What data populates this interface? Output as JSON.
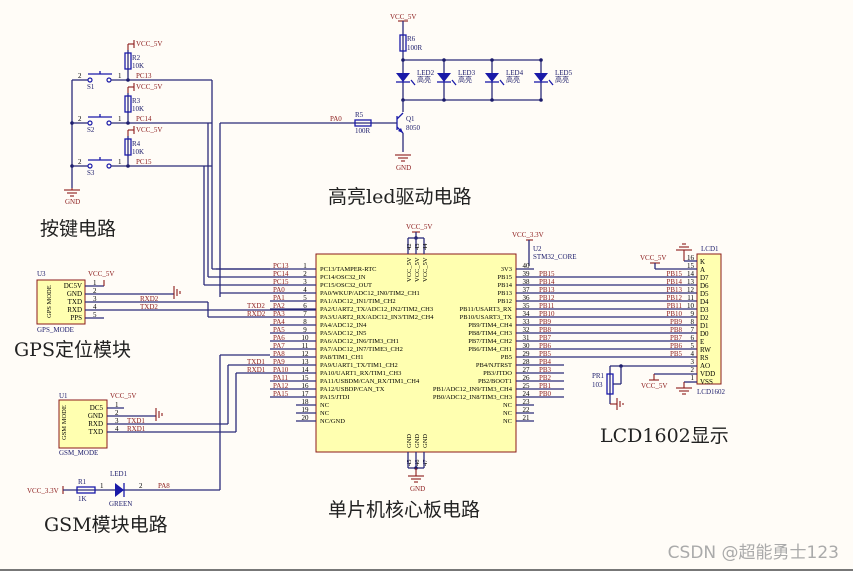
{
  "titles": {
    "button": "按键电路",
    "led": "高亮led驱动电路",
    "gps": "GPS定位模块",
    "gsm": "GSM模块电路",
    "mcu": "单片机核心板电路",
    "lcd": "LCD1602显示"
  },
  "watermark": "CSDN @超能勇士123",
  "power": {
    "vcc5": "VCC_5V",
    "vcc33": "VCC_3.3V",
    "gnd": "GND"
  },
  "buttons": [
    {
      "sw": "S1",
      "res": "R2",
      "val": "10K",
      "net": "PC13"
    },
    {
      "sw": "S2",
      "res": "R3",
      "val": "10K",
      "net": "PC14"
    },
    {
      "sw": "S3",
      "res": "R4",
      "val": "10K",
      "net": "PC15"
    }
  ],
  "led_driver": {
    "r6": "R6",
    "r6_val": "100R",
    "r5": "R5",
    "r5_val": "100R",
    "q1": "Q1",
    "q1_val": "8050",
    "net": "PA0",
    "leds": [
      {
        "ref": "LED2",
        "val": "高亮"
      },
      {
        "ref": "LED3",
        "val": "高亮"
      },
      {
        "ref": "LED4",
        "val": "高亮"
      },
      {
        "ref": "LED5",
        "val": "高亮"
      }
    ]
  },
  "gps": {
    "ref": "U3",
    "name": "GPS_MODE",
    "body": "GPS MODE",
    "pins": [
      "DC5V",
      "GND",
      "TXD",
      "RXD",
      "PPS"
    ],
    "nets": [
      "",
      "",
      "RXD2",
      "TXD2",
      ""
    ]
  },
  "gsm": {
    "ref": "U1",
    "name": "GSM_MODE",
    "body": "GSM MODE",
    "pins": [
      "DC5",
      "GND",
      "RXD",
      "TXD"
    ],
    "nets": [
      "",
      "",
      "TXD1",
      "RXD1"
    ],
    "led_ref": "LED1",
    "led_val": "GREEN",
    "r_ref": "R1",
    "r_val": "1K",
    "led_net": "PA8"
  },
  "mcu": {
    "ref": "U2",
    "name": "STM32_CORE",
    "left": [
      {
        "pin": "1",
        "net": "PC13",
        "label": "PC13/TAMPER-RTC"
      },
      {
        "pin": "2",
        "net": "PC14",
        "label": "PC14/OSC32_IN"
      },
      {
        "pin": "3",
        "net": "PC15",
        "label": "PC15/OSC32_OUT"
      },
      {
        "pin": "4",
        "net": "PA0",
        "label": "PA0/WKUP/ADC12_IN0/TIM2_CH1"
      },
      {
        "pin": "5",
        "net": "PA1",
        "label": "PA1/ADC12_IN1/TIM_CH2"
      },
      {
        "pin": "6",
        "net": "PA2",
        "label": "PA2/UART2_TX/ADC12_IN2/TIM2_CH3",
        "ext": "TXD2"
      },
      {
        "pin": "7",
        "net": "PA3",
        "label": "PA3/UART2_RX/ADC12_IN3/TIM2_CH4",
        "ext": "RXD2"
      },
      {
        "pin": "8",
        "net": "PA4",
        "label": "PA4/ADC12_IN4"
      },
      {
        "pin": "9",
        "net": "PA5",
        "label": "PA5/ADC12_IN5"
      },
      {
        "pin": "10",
        "net": "PA6",
        "label": "PA6/ADC12_IN6/TIM3_CH1"
      },
      {
        "pin": "11",
        "net": "PA7",
        "label": "PA7/ADC12_IN7/TIME3_CH2"
      },
      {
        "pin": "12",
        "net": "PA8",
        "label": "PA8/TIM1_CH1"
      },
      {
        "pin": "13",
        "net": "PA9",
        "label": "PA9/UART1_TX/TIM1_CH2",
        "ext": "TXD1"
      },
      {
        "pin": "14",
        "net": "PA10",
        "label": "PA10/UART1_RX/TIM1_CH3",
        "ext": "RXD1"
      },
      {
        "pin": "15",
        "net": "PA11",
        "label": "PA11/USBDM/CAN_RX/TIM1_CH4"
      },
      {
        "pin": "16",
        "net": "PA12",
        "label": "PA12/USBDP/CAN_TX"
      },
      {
        "pin": "17",
        "net": "PA15",
        "label": "PA15/JTDI"
      },
      {
        "pin": "18",
        "net": "",
        "label": "NC"
      },
      {
        "pin": "19",
        "net": "",
        "label": "NC"
      },
      {
        "pin": "20",
        "net": "",
        "label": "NC/GND"
      }
    ],
    "right": [
      {
        "pin": "40",
        "net": "",
        "label": "3V3"
      },
      {
        "pin": "39",
        "net": "PB15",
        "label": "PB15"
      },
      {
        "pin": "38",
        "net": "PB14",
        "label": "PB14"
      },
      {
        "pin": "37",
        "net": "PB13",
        "label": "PB13"
      },
      {
        "pin": "36",
        "net": "PB12",
        "label": "PB12"
      },
      {
        "pin": "35",
        "net": "PB11",
        "label": "PB11/USART3_RX"
      },
      {
        "pin": "34",
        "net": "PB10",
        "label": "PB10/USART3_TX"
      },
      {
        "pin": "33",
        "net": "PB9",
        "label": "PB9/TIM4_CH4"
      },
      {
        "pin": "32",
        "net": "PB8",
        "label": "PB8/TIM4_CH3"
      },
      {
        "pin": "31",
        "net": "PB7",
        "label": "PB7/TIM4_CH2"
      },
      {
        "pin": "30",
        "net": "PB6",
        "label": "PB6/TIM4_CH1"
      },
      {
        "pin": "29",
        "net": "PB5",
        "label": "PB5"
      },
      {
        "pin": "28",
        "net": "PB4",
        "label": "PB4/NJTRST"
      },
      {
        "pin": "27",
        "net": "PB3",
        "label": "PB3/JTDO"
      },
      {
        "pin": "26",
        "net": "PB2",
        "label": "PB2/BOOT1"
      },
      {
        "pin": "25",
        "net": "PB1",
        "label": "PB1/ADC12_IN9/TIM3_CH4"
      },
      {
        "pin": "24",
        "net": "PB0",
        "label": "PB0/ADC12_IN8/TIM3_CH3"
      },
      {
        "pin": "23",
        "net": "",
        "label": "NC"
      },
      {
        "pin": "22",
        "net": "",
        "label": "NC"
      },
      {
        "pin": "21",
        "net": "",
        "label": "NC"
      }
    ],
    "top_pins": [
      "VCC_5V",
      "VCC_5V",
      "VCC_5V"
    ],
    "top_nums": [
      "42",
      "43",
      "44"
    ],
    "bot_pins": [
      "GND",
      "GND",
      "GND"
    ],
    "bot_nums": [
      "45",
      "46",
      "47"
    ]
  },
  "lcd": {
    "ref": "LCD1",
    "name": "LCD1602",
    "pins": [
      {
        "num": "16",
        "name": "K",
        "net": ""
      },
      {
        "num": "15",
        "name": "A",
        "net": ""
      },
      {
        "num": "14",
        "name": "D7",
        "net": "PB15"
      },
      {
        "num": "13",
        "name": "D6",
        "net": "PB14"
      },
      {
        "num": "12",
        "name": "D5",
        "net": "PB13"
      },
      {
        "num": "11",
        "name": "D4",
        "net": "PB12"
      },
      {
        "num": "10",
        "name": "D3",
        "net": "PB11"
      },
      {
        "num": "9",
        "name": "D2",
        "net": "PB10"
      },
      {
        "num": "8",
        "name": "D1",
        "net": "PB9"
      },
      {
        "num": "7",
        "name": "D0",
        "net": "PB8"
      },
      {
        "num": "6",
        "name": "E",
        "net": "PB7"
      },
      {
        "num": "5",
        "name": "RW",
        "net": "PB6"
      },
      {
        "num": "4",
        "name": "RS",
        "net": "PB5"
      },
      {
        "num": "3",
        "name": "AO",
        "net": ""
      },
      {
        "num": "2",
        "name": "VDD",
        "net": ""
      },
      {
        "num": "1",
        "name": "VSS",
        "net": ""
      }
    ],
    "pot_ref": "PR1",
    "pot_val": "103"
  }
}
